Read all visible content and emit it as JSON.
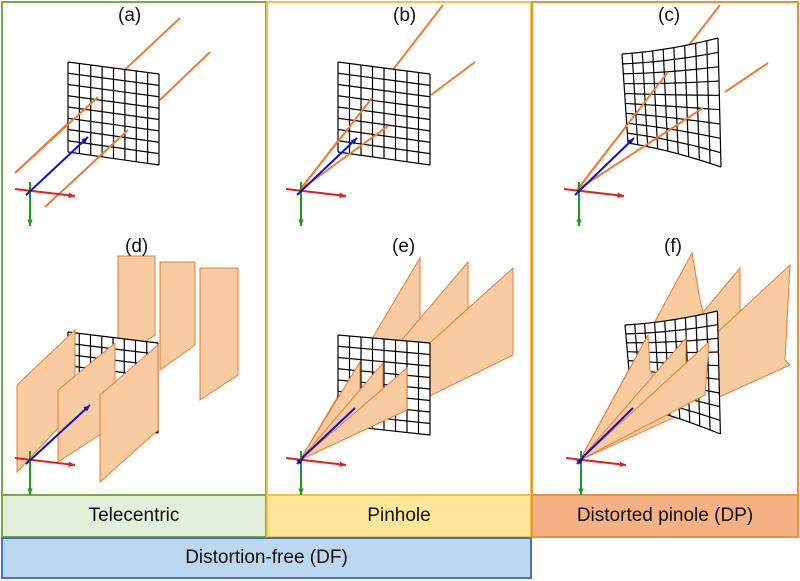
{
  "panels": [
    {
      "id": "a",
      "label": "(a)"
    },
    {
      "id": "b",
      "label": "(b)"
    },
    {
      "id": "c",
      "label": "(c)"
    },
    {
      "id": "d",
      "label": "(d)"
    },
    {
      "id": "e",
      "label": "(e)"
    },
    {
      "id": "f",
      "label": "(f)"
    }
  ],
  "categories": {
    "telecentric": "Telecentric",
    "pinhole": "Pinhole",
    "distorted_pinhole": "Distorted pinole (DP)",
    "distortion_free": "Distortion-free (DF)"
  },
  "colors": {
    "ray": "#ed7d31",
    "plane_fill": "#f8cba0",
    "axis_x": "#e02020",
    "axis_y": "#1a9e1a",
    "axis_z": "#1010d0",
    "grid": "#000000",
    "telecentric": "#e2efda",
    "pinhole": "#ffe699",
    "distorted": "#f4b183",
    "distortion_free": "#bdd7ee"
  }
}
